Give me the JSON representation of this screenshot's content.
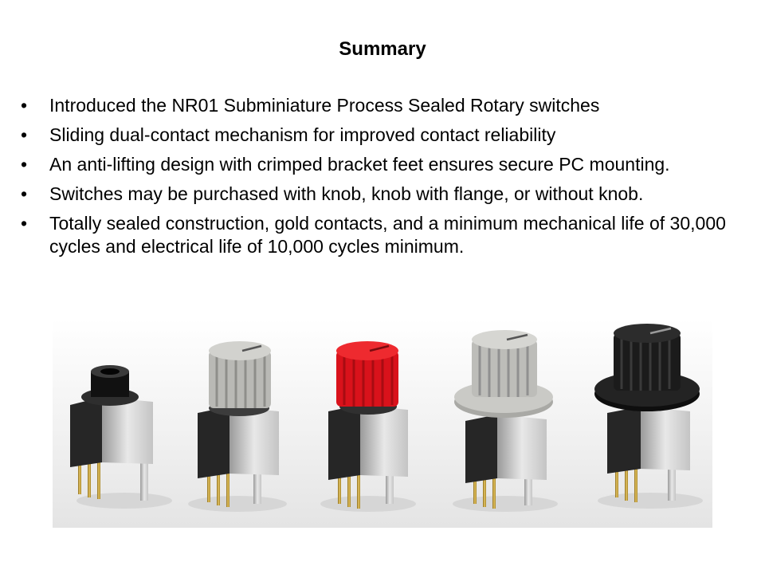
{
  "slide": {
    "title": "Summary",
    "bullets": [
      "Introduced the NR01 Subminiature Process Sealed Rotary switches",
      "Sliding dual-contact mechanism for improved contact reliability",
      "An anti-lifting design with crimped bracket feet ensures secure PC mounting.",
      "Switches may be purchased with knob, knob with flange, or without knob.",
      "Totally sealed construction, gold contacts, and a minimum mechanical life of 30,000 cycles and electrical life of 10,000 cycles minimum."
    ],
    "bullet_symbol": "•"
  },
  "product_photo": {
    "items": [
      {
        "knob_color": "#1a1a1a",
        "knob": "none"
      },
      {
        "knob_color": "#b8b8b4",
        "knob": "knob"
      },
      {
        "knob_color": "#e0141b",
        "knob": "knob"
      },
      {
        "knob_color": "#c6c6c2",
        "knob": "knob-with-flange"
      },
      {
        "knob_color": "#1e1e1e",
        "knob": "knob-with-flange"
      }
    ]
  }
}
